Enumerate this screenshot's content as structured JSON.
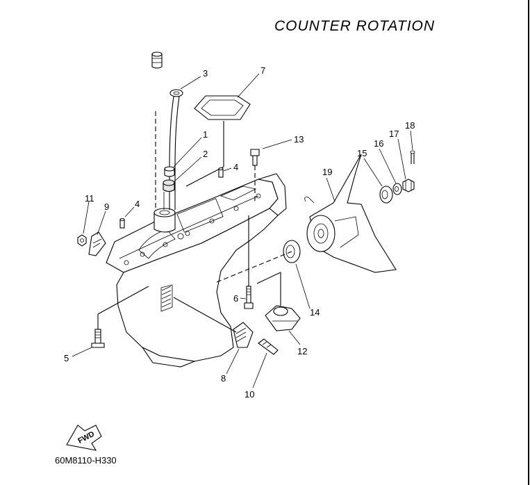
{
  "title": "COUNTER ROTATION",
  "reference_code": "60M8110-H330",
  "fwd_label": "FWD",
  "callouts": {
    "p1": "1",
    "p2": "2",
    "p3": "3",
    "p4a": "4",
    "p4b": "4",
    "p5": "5",
    "p6": "6",
    "p7": "7",
    "p8": "8",
    "p9": "9",
    "p10": "10",
    "p11": "11",
    "p12": "12",
    "p13": "13",
    "p14": "14",
    "p15": "15",
    "p16": "16",
    "p17": "17",
    "p18": "18",
    "p19": "19"
  }
}
